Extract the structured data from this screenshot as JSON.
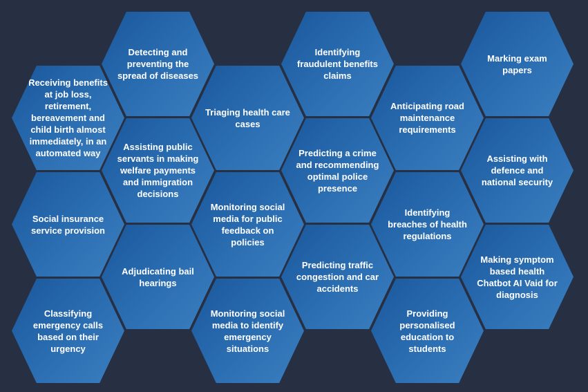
{
  "colors": {
    "background": "#272f42",
    "hex_start": "#1a579b",
    "hex_end": "#3b7fc0",
    "text": "#ffffff"
  },
  "hexagons": [
    {
      "col": 0,
      "row": 0,
      "label": "Receiving benefits at job loss, retirement, bereavement and child birth almost immediately, in an automated way"
    },
    {
      "col": 0,
      "row": 1,
      "label": "Social insurance service provision"
    },
    {
      "col": 0,
      "row": 2,
      "label": "Classifying emergency calls based on their urgency"
    },
    {
      "col": 1,
      "row": 0,
      "label": "Detecting and preventing the spread of diseases"
    },
    {
      "col": 1,
      "row": 1,
      "label": "Assisting public servants in making welfare payments and immigration decisions"
    },
    {
      "col": 1,
      "row": 2,
      "label": "Adjudicating bail hearings"
    },
    {
      "col": 2,
      "row": 0,
      "label": "Triaging health care cases"
    },
    {
      "col": 2,
      "row": 1,
      "label": "Monitoring social media for public feedback on policies"
    },
    {
      "col": 2,
      "row": 2,
      "label": "Monitoring social media to identify emergency situations"
    },
    {
      "col": 3,
      "row": 0,
      "label": "Identifying fraudulent benefits claims"
    },
    {
      "col": 3,
      "row": 1,
      "label": "Predicting a crime and recommending optimal police presence"
    },
    {
      "col": 3,
      "row": 2,
      "label": "Predicting traffic congestion and car accidents"
    },
    {
      "col": 4,
      "row": 0,
      "label": "Anticipating road maintenance requirements"
    },
    {
      "col": 4,
      "row": 1,
      "label": "Identifying breaches of health regulations"
    },
    {
      "col": 4,
      "row": 2,
      "label": "Providing personalised education to students"
    },
    {
      "col": 5,
      "row": 0,
      "label": "Marking exam papers"
    },
    {
      "col": 5,
      "row": 1,
      "label": "Assisting with defence and national security"
    },
    {
      "col": 5,
      "row": 2,
      "label": "Making symptom based health Chatbot AI Vaid for diagnosis"
    }
  ]
}
